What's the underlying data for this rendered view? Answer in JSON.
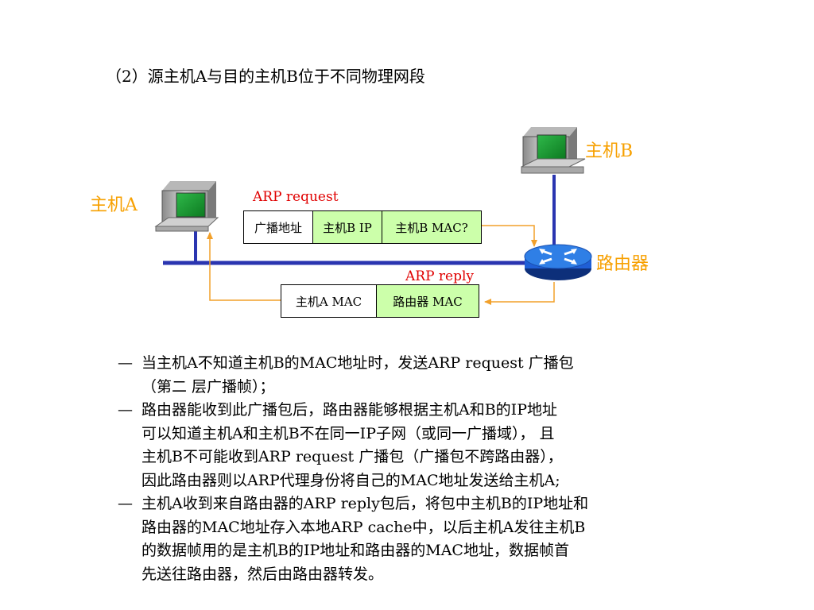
{
  "title": "（2）源主机A与目的主机B位于不同物理网段",
  "hosts": {
    "host_a": "主机A",
    "host_b": "主机B",
    "router": "路由器"
  },
  "arp_request": {
    "label": "ARP request",
    "fields": [
      "广播地址",
      "主机B IP",
      "主机B  MAC?"
    ]
  },
  "arp_reply": {
    "label": "ARP reply",
    "fields": [
      "主机A  MAC",
      "路由器 MAC"
    ]
  },
  "colors": {
    "network_line": "#2a35b0",
    "arrow": "#f2a02a",
    "host_label": "#f7a000",
    "arp_label": "#e00000",
    "field_highlight": "#ccffaa",
    "router_body": "#1f5fd6"
  },
  "bullets": {
    "dash": "—",
    "b1": [
      "当主机A不知道主机B的MAC地址时，发送ARP request 广播包",
      "（第二 层广播帧）；"
    ],
    "b2": [
      "路由器能收到此广播包后，路由器能够根据主机A和B的IP地址",
      "可以知道主机A和主机B不在同一IP子网（或同一广播域）， 且",
      "主机B不可能收到ARP request 广播包（广播包不跨路由器），",
      "因此路由器则以ARP代理身份将自己的MAC地址发送给主机A;"
    ],
    "b3": [
      "主机A收到来自路由器的ARP reply包后，将包中主机B的IP地址和",
      "路由器的MAC地址存入本地ARP cache中，以后主机A发往主机B",
      "的数据帧用的是主机B的IP地址和路由器的MAC地址，数据帧首",
      "先送往路由器，然后由路由器转发。"
    ]
  }
}
